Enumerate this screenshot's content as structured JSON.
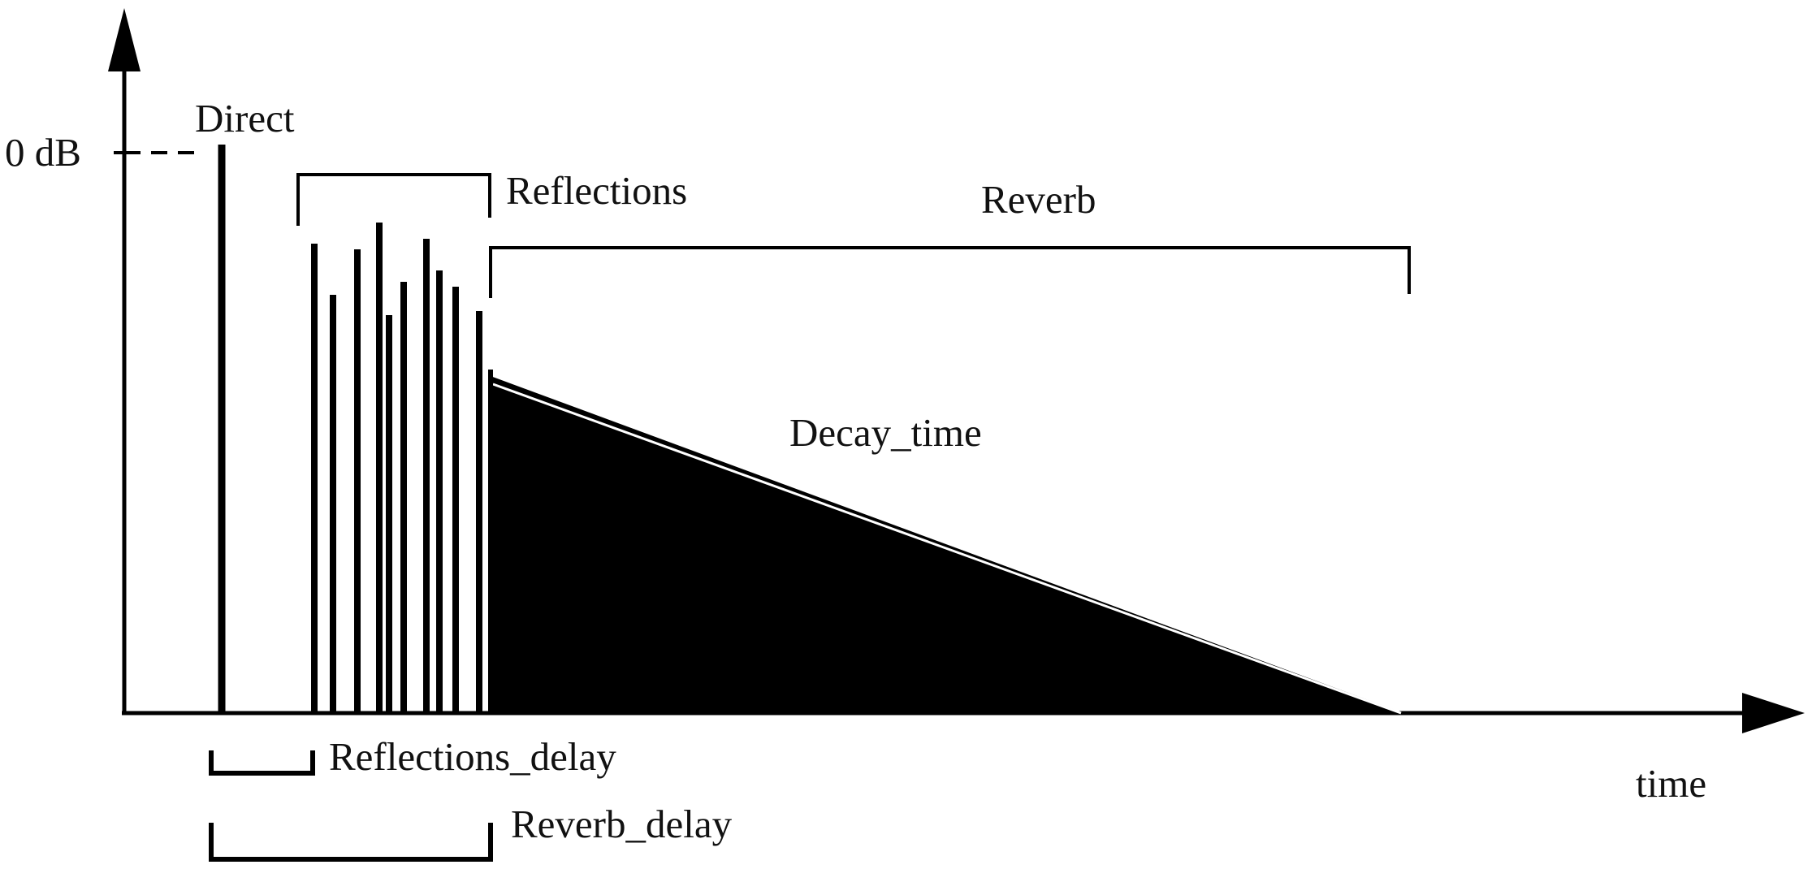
{
  "labels": {
    "direct": "Direct",
    "zero_db": "0 dB",
    "reflections": "Reflections",
    "reverb": "Reverb",
    "decay_time": "Decay_time",
    "reflections_delay": "Reflections_delay",
    "reverb_delay": "Reverb_delay",
    "time_axis": "time"
  },
  "colors": {
    "ink": "#000000",
    "background": "#ffffff"
  }
}
